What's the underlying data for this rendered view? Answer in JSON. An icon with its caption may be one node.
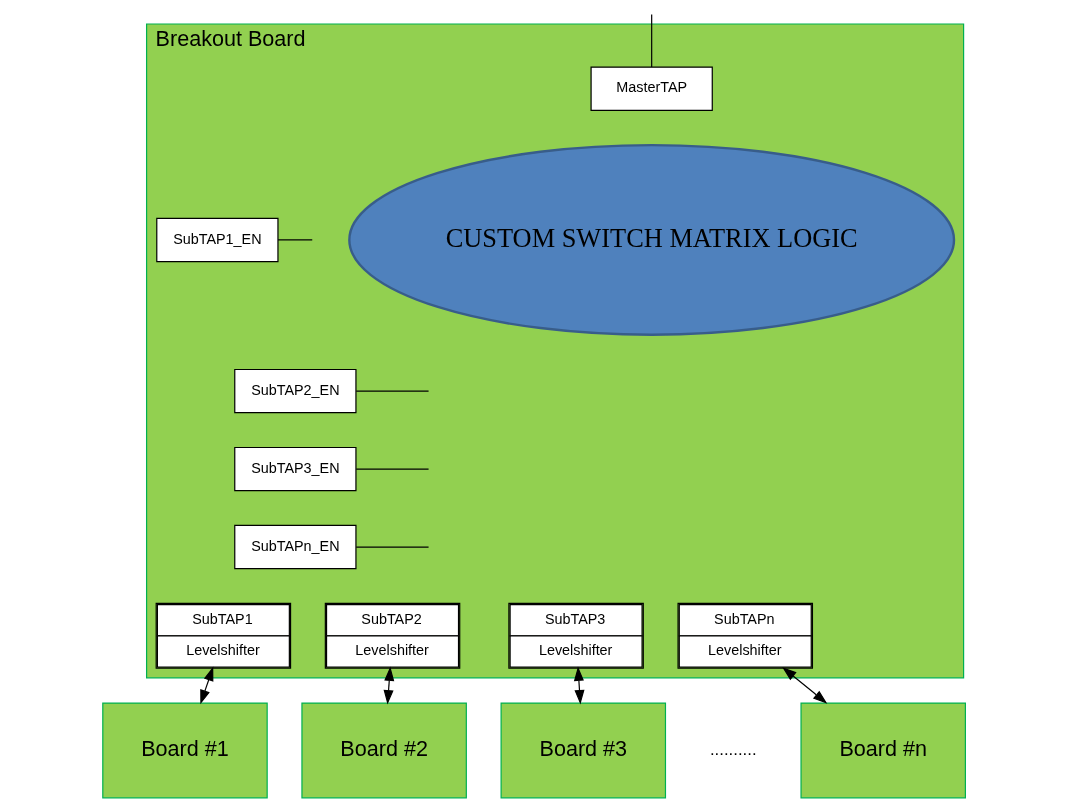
{
  "diagram": {
    "nodes": [
      {
        "text": [
          "Breakout Board"
        ]
      },
      {
        "text": [
          "MasterTAP"
        ],
        "in": 0
      },
      {
        "text": [
          "CUSTOM SWITCH MATRIX LOGIC"
        ],
        "in": 0
      },
      {
        "text": [
          "SubTAP1_EN"
        ],
        "in": 0
      },
      {
        "text": [
          "SubTAP2_EN"
        ],
        "in": 0
      },
      {
        "text": [
          "SubTAP3_EN"
        ],
        "in": 0
      },
      {
        "text": [
          "SubTAPn_EN"
        ],
        "in": 0
      },
      {
        "text": [
          "SubTAP1",
          "Levelshifter"
        ],
        "in": 0
      },
      {
        "text": [
          "SubTAP2",
          "Levelshifter"
        ],
        "in": 0
      },
      {
        "text": [
          "SubTAP3",
          "Levelshifter"
        ],
        "in": 0
      },
      {
        "text": [
          "SubTAPn",
          "Levelshifter"
        ],
        "in": 0
      },
      {
        "text": [
          "Board #1"
        ]
      },
      {
        "text": [
          "Board #2"
        ]
      },
      {
        "text": [
          "Board #3"
        ]
      },
      {
        "text": [
          "Board #n"
        ]
      }
    ],
    "edges": [
      {
        "from": null,
        "to": 1,
        "arrow": "none"
      },
      {
        "from": 3,
        "to": null,
        "arrow": "none"
      },
      {
        "from": 4,
        "to": null,
        "arrow": "none"
      },
      {
        "from": 5,
        "to": null,
        "arrow": "none"
      },
      {
        "from": 6,
        "to": null,
        "arrow": "none"
      },
      {
        "from": 7,
        "to": 11,
        "arrow": "both"
      },
      {
        "from": 8,
        "to": 12,
        "arrow": "both"
      },
      {
        "from": 9,
        "to": 13,
        "arrow": "both"
      },
      {
        "from": 10,
        "to": 14,
        "arrow": "both"
      }
    ],
    "labels": [
      ".........."
    ]
  }
}
